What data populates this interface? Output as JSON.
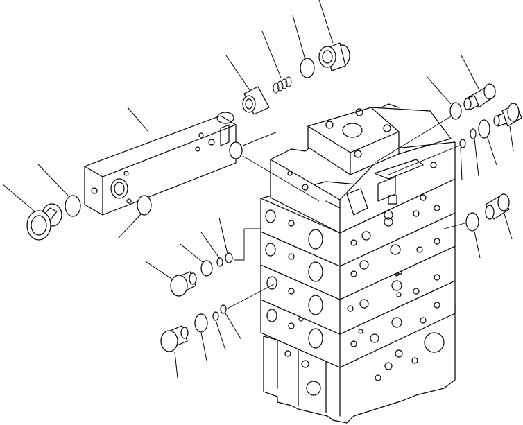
{
  "figure": {
    "view": "exploded-isometric",
    "stroke_color": "#000000",
    "background_color": "#ffffff"
  },
  "parts": [
    {
      "name": "plug-left",
      "icon": "plug-icon"
    },
    {
      "name": "o-ring-left-plug",
      "icon": "o-ring-icon"
    },
    {
      "name": "manifold-block",
      "icon": "block-icon"
    },
    {
      "name": "o-ring-under-block",
      "icon": "o-ring-icon"
    },
    {
      "name": "sleeve",
      "icon": "sleeve-icon"
    },
    {
      "name": "spring",
      "icon": "spring-icon"
    },
    {
      "name": "o-ring-top",
      "icon": "o-ring-icon"
    },
    {
      "name": "plug-top",
      "icon": "plug-icon"
    },
    {
      "name": "o-ring-block-face",
      "icon": "o-ring-icon"
    },
    {
      "name": "relief-valve-upper-right",
      "icon": "valve-icon"
    },
    {
      "name": "o-ring-upper-right",
      "icon": "o-ring-icon"
    },
    {
      "name": "relief-valve-right",
      "icon": "valve-icon"
    },
    {
      "name": "o-ring-right",
      "icon": "o-ring-icon"
    },
    {
      "name": "backup-ring-right",
      "icon": "ring-icon"
    },
    {
      "name": "small-ring-right",
      "icon": "ring-icon"
    },
    {
      "name": "valve-lower-right",
      "icon": "valve-icon"
    },
    {
      "name": "o-ring-lower-right",
      "icon": "o-ring-icon"
    },
    {
      "name": "relief-valve-mid-left",
      "icon": "valve-icon"
    },
    {
      "name": "o-ring-mid-left",
      "icon": "o-ring-icon"
    },
    {
      "name": "backup-ring-mid-left",
      "icon": "ring-icon"
    },
    {
      "name": "small-ring-mid-left",
      "icon": "ring-icon"
    },
    {
      "name": "relief-valve-low-left",
      "icon": "valve-icon"
    },
    {
      "name": "o-ring-low-left",
      "icon": "o-ring-icon"
    },
    {
      "name": "backup-ring-low-left",
      "icon": "ring-icon"
    },
    {
      "name": "small-ring-low-left",
      "icon": "ring-icon"
    },
    {
      "name": "control-valve-body",
      "icon": "valve-body-icon"
    }
  ]
}
